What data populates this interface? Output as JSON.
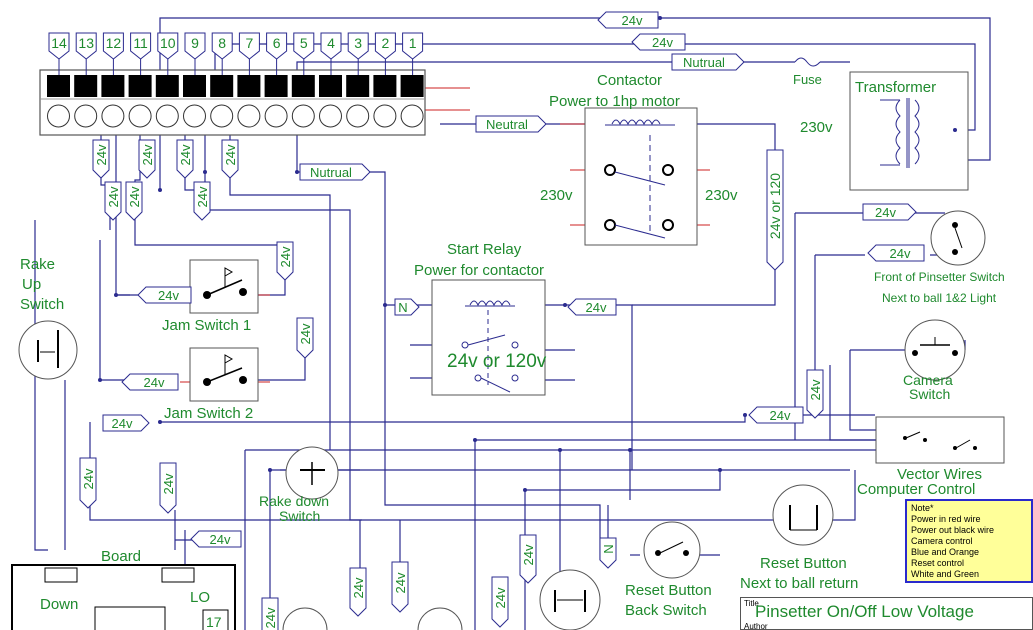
{
  "terminals": [
    "14",
    "13",
    "12",
    "11",
    "10",
    "9",
    "8",
    "7",
    "6",
    "5",
    "4",
    "3",
    "2",
    "1"
  ],
  "tags": {
    "v24": "24v",
    "nutrual": "Nutrual",
    "neutral": "Neutral",
    "n": "N",
    "v24or120": "24v or 120"
  },
  "components": {
    "fuse": "Fuse",
    "transformer": "Transformer",
    "contactor_line1": "Contactor",
    "contactor_line2": "Power to 1hp motor",
    "v230": "230v",
    "start_relay_line1": "Start Relay",
    "start_relay_line2": "Power for contactor",
    "relay_voltage": "24v or 120v",
    "rake_up_1": "Rake",
    "rake_up_2": "Up",
    "rake_up_3": "Switch",
    "jam1": "Jam Switch 1",
    "jam2": "Jam Switch 2",
    "front_switch_1": "Front of Pinsetter Switch",
    "front_switch_2": "Next to ball 1&2 Light",
    "camera_1": "Camera",
    "camera_2": "Switch",
    "vector_1": "Vector Wires",
    "vector_2": "Computer Control",
    "rake_down_1": "Rake down",
    "rake_down_2": "Switch",
    "reset_return_1": "Reset Button",
    "reset_return_2": "Next to ball return",
    "reset_back_1": "Reset Button",
    "reset_back_2": "Back Switch",
    "board": "Board",
    "down": "Down",
    "lo": "LO",
    "seventeen": "17"
  },
  "note": {
    "title": "Note*",
    "lines": [
      "Power in red wire",
      "Power out black wire",
      "Camera control",
      "Blue and Orange",
      "Reset control",
      "White and Green"
    ]
  },
  "title_block": {
    "title_caption": "Title",
    "title": "Pinsetter On/Off Low Voltage",
    "author_caption": "Author"
  },
  "colors": {
    "wire": "#2b2b8f",
    "label": "#1f8a2e",
    "tag_fill": "#ffffff",
    "terminal": "#000000",
    "red": "#cc2222",
    "note_fill": "#ffff99"
  }
}
